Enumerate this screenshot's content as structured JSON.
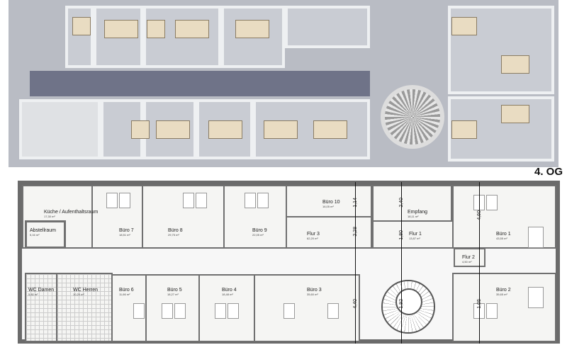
{
  "floor_label": "4. OG",
  "rooms": [
    {
      "name": "Küche / Aufenthaltsraum",
      "area": "17,30 m²"
    },
    {
      "name": "Abstellraum",
      "area": "5,16 m²"
    },
    {
      "name": "Büro 7",
      "area": "18,51 m²"
    },
    {
      "name": "Büro 8",
      "area": "29,75 m²"
    },
    {
      "name": "Büro 9",
      "area": "22,05 m²"
    },
    {
      "name": "Büro 10",
      "area": "16,05 m²"
    },
    {
      "name": "Flur 3",
      "area": "62,20 m²"
    },
    {
      "name": "Empfang",
      "area": "18,11 m²"
    },
    {
      "name": "Flur 1",
      "area": "13,87 m²"
    },
    {
      "name": "Büro 1",
      "area": "43,55 m²"
    },
    {
      "name": "Flur 2",
      "area": "4,50 m²"
    },
    {
      "name": "WC Damen",
      "area": "5,80 m²"
    },
    {
      "name": "WC Herren",
      "area": "10,20 m²"
    },
    {
      "name": "Büro 6",
      "area": "11,66 m²"
    },
    {
      "name": "Büro 5",
      "area": "18,27 m²"
    },
    {
      "name": "Büro 4",
      "area": "18,48 m²"
    },
    {
      "name": "Büro 3",
      "area": "35,60 m²"
    },
    {
      "name": "Büro 2",
      "area": "35,65 m²"
    }
  ],
  "dimensions": [
    "1,14",
    "1,05",
    "2,28",
    "2,40",
    "1,80",
    "4,40",
    "1,92",
    "4,60"
  ]
}
